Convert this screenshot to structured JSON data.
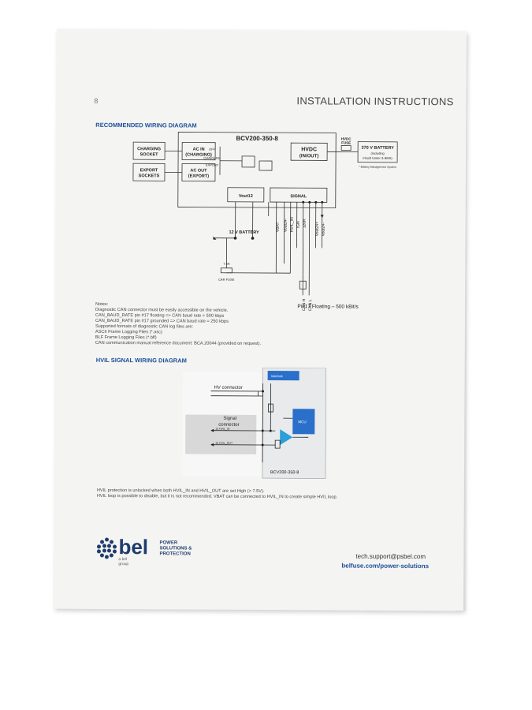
{
  "page": {
    "number": "8",
    "header": "INSTALLATION INSTRUCTIONS"
  },
  "wiring": {
    "heading": "RECOMMENDED WIRING DIAGRAM",
    "model": "BCV200-350-8",
    "charging_socket": [
      "CHARGING",
      "SOCKET"
    ],
    "export_sockets": [
      "EXPORT",
      "SOCKETS"
    ],
    "ac_in": [
      "AC IN",
      "(CHARGING)"
    ],
    "ac_out": [
      "AC OUT",
      "(EXPORT)"
    ],
    "switch_labels": [
      "OFF",
      "CHARGING",
      "EXPORT"
    ],
    "hvdc": [
      "HVDC",
      "(IN/OUT)"
    ],
    "hvdc_fuse": [
      "HVDC",
      "FUSE"
    ],
    "battery": [
      "370 V BATTERY",
      "(including",
      "inbuilt Under & BMS)"
    ],
    "bms_note": "* Battery Management System",
    "vout12": "Vout12",
    "signal": "SIGNAL",
    "battery12": "12 V BATTERY",
    "fuse": [
      "7.5A",
      "CAR FUSE"
    ],
    "signal_pins": [
      "VBAT",
      "Vout24-",
      "HVIL_IN",
      "IGN",
      "120R",
      "Vout24+",
      "Vout24-"
    ],
    "can_h": "CAN H",
    "can_l": "CAN L",
    "pin17": "Pin17 Floating – 500 kBit/s"
  },
  "notes": [
    "Notes:",
    "Diagnostic CAN connector must be easily accessible on the vehicle.",
    "CAN_BAUD_RATE pin #17 floating => CAN baud rate = 500 kbps",
    "CAN_BAUD_RATE pin #17 grounded => CAN baud rate = 250 kbps",
    "Supported formats of diagnostic CAN log files are:",
    "ASCII Frame Logging Files (*.asc)",
    "BLF Frame Logging Files (*.blf)",
    "CAN communication manual reference document: BCA.20044 (provided on request)."
  ],
  "hvil": {
    "heading": "HVIL SIGNAL WIRING DIAGRAM",
    "hv_connector": "HV connector",
    "signal_connector": [
      "Signal",
      "connector"
    ],
    "interlock": "Interlock",
    "hvil_in": "15  HVIL_IN",
    "hvil_out": "16  HVIL_OUT",
    "mcu": "MCU",
    "model": "BCV200-350-8",
    "notes": [
      "HVIL protection is unlocked when both HVIL_IN and HVIL_OUT are set High (> 7.5V).",
      "HVIL loop is possible to disable, but it is not recommended. VBAT can be connected to HVIL_IN to create simple HVIL loop."
    ]
  },
  "footer": {
    "brand": "bel",
    "tagline": [
      "POWER",
      "SOLUTIONS &",
      "PROTECTION"
    ],
    "subline": "a bel group",
    "email": "tech.support@psbel.com",
    "website": "belfuse.com/power-solutions"
  },
  "colors": {
    "accent_blue": "#1e4f9a",
    "logo_navy": "#1f3c6d",
    "mcu_blue": "#2a6fc9"
  }
}
